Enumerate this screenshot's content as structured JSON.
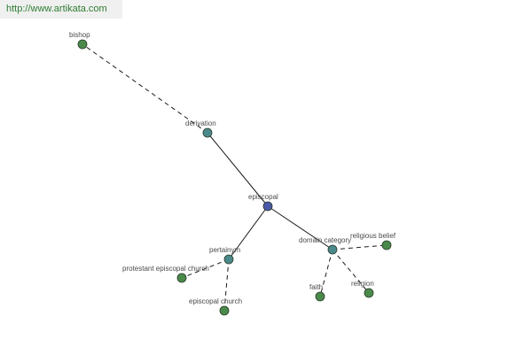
{
  "watermark": "http://www.artikata.com",
  "colors": {
    "center_node": "#4a58a8",
    "relation_node": "#4a8a8a",
    "leaf_node": "#4a8a4a",
    "watermark_text": "#2e7d32"
  },
  "nodes": [
    {
      "id": "episcopal",
      "label": "episcopal",
      "kind": "center"
    },
    {
      "id": "derivation",
      "label": "derivation",
      "kind": "relation"
    },
    {
      "id": "bishop",
      "label": "bishop",
      "kind": "leaf"
    },
    {
      "id": "pertainym",
      "label": "pertainym",
      "kind": "relation"
    },
    {
      "id": "protestant_episcopal_church",
      "label": "protestant episcopal church",
      "kind": "leaf"
    },
    {
      "id": "episcopal_church",
      "label": "episcopal church",
      "kind": "leaf"
    },
    {
      "id": "domain_category",
      "label": "domain category",
      "kind": "relation"
    },
    {
      "id": "religious_belief",
      "label": "religious belief",
      "kind": "leaf"
    },
    {
      "id": "faith",
      "label": "faith",
      "kind": "leaf"
    },
    {
      "id": "religion",
      "label": "religion",
      "kind": "leaf"
    }
  ],
  "edges": [
    {
      "from": "episcopal",
      "to": "derivation",
      "style": "solid"
    },
    {
      "from": "episcopal",
      "to": "pertainym",
      "style": "solid"
    },
    {
      "from": "episcopal",
      "to": "domain_category",
      "style": "solid"
    },
    {
      "from": "derivation",
      "to": "bishop",
      "style": "dashed"
    },
    {
      "from": "pertainym",
      "to": "protestant_episcopal_church",
      "style": "dashed"
    },
    {
      "from": "pertainym",
      "to": "episcopal_church",
      "style": "dashed"
    },
    {
      "from": "domain_category",
      "to": "religious_belief",
      "style": "dashed"
    },
    {
      "from": "domain_category",
      "to": "faith",
      "style": "dashed"
    },
    {
      "from": "domain_category",
      "to": "religion",
      "style": "dashed"
    }
  ]
}
